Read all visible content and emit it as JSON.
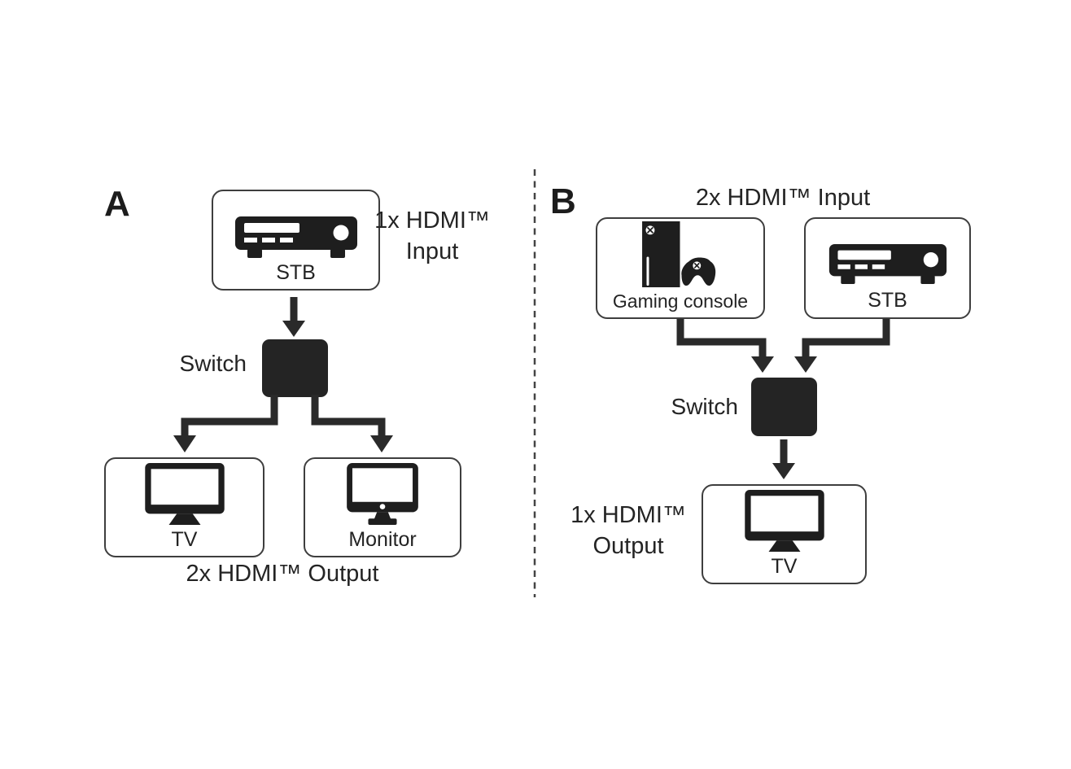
{
  "figure": {
    "type": "hdmi-switch-configuration-diagram",
    "divider_style": "vertical dashed line between panels"
  },
  "colors": {
    "background": "#ffffff",
    "ink": "#1e1e1e",
    "line": "#2a2a2a",
    "box_border": "#3e3e3e",
    "text": "#232323"
  },
  "panel_a": {
    "label": "A",
    "input_annotation_line1": "1x HDMI™",
    "input_annotation_line2": "Input",
    "source_box": {
      "label": "STB",
      "icon": "stb-icon"
    },
    "switch_label": "Switch",
    "output_boxes": [
      {
        "label": "TV",
        "icon": "tv-icon"
      },
      {
        "label": "Monitor",
        "icon": "monitor-icon"
      }
    ],
    "output_annotation": "2x HDMI™ Output"
  },
  "panel_b": {
    "label": "B",
    "input_annotation": "2x HDMI™ Input",
    "source_boxes": [
      {
        "label": "Gaming console",
        "icon": "gaming-console-icon"
      },
      {
        "label": "STB",
        "icon": "stb-icon"
      }
    ],
    "switch_label": "Switch",
    "output_box": {
      "label": "TV",
      "icon": "tv-icon"
    },
    "output_annotation_line1": "1x HDMI™",
    "output_annotation_line2": "Output"
  }
}
